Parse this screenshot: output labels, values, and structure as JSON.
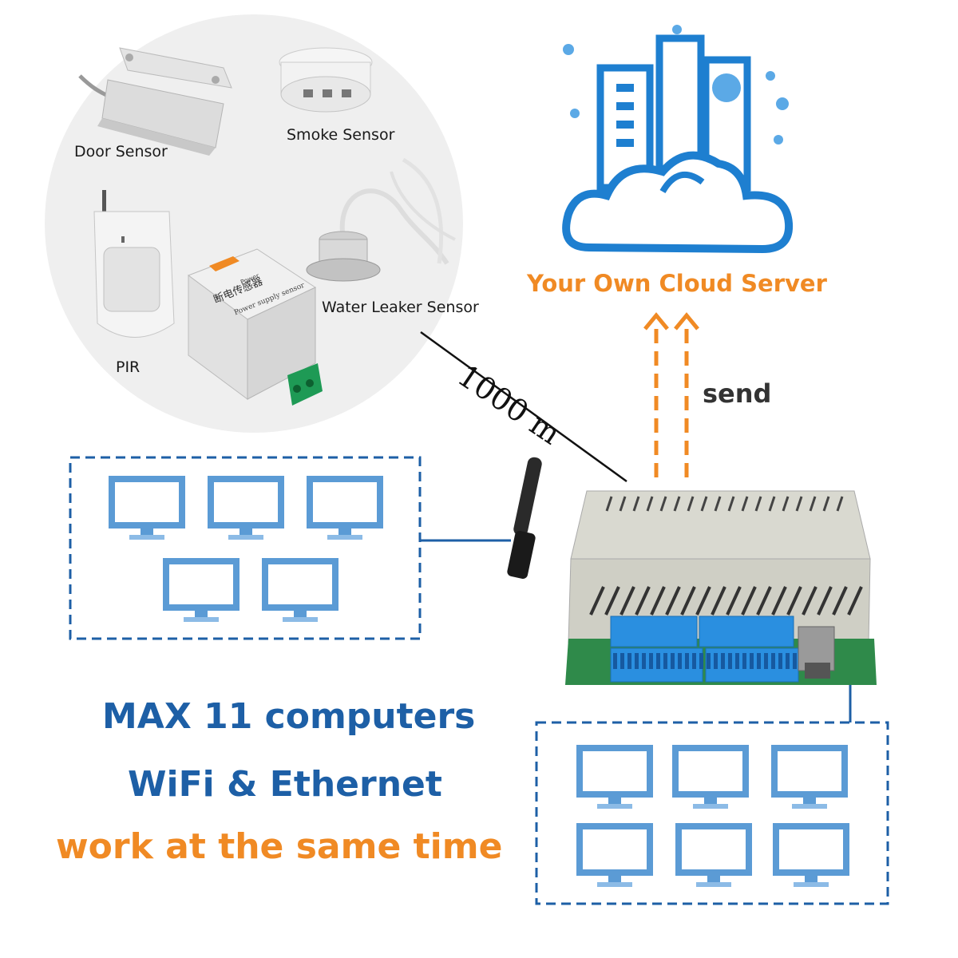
{
  "sensors": {
    "door": "Door Sensor",
    "smoke": "Smoke Sensor",
    "pir": "PIR",
    "water": "Water Leaker Sensor"
  },
  "power_sensor": {
    "label_cn": "断电传感器",
    "label_en": "Power supply sensor",
    "label_power": "Power"
  },
  "cloud": {
    "title": "Your Own Cloud Server"
  },
  "link": {
    "distance": "1000 m",
    "send": "send"
  },
  "taglines": {
    "line1": "MAX 11 computers",
    "line2": "WiFi & Ethernet",
    "line3": "work at the same time"
  },
  "groups": {
    "wifi_count": 5,
    "ethernet_count": 6
  },
  "colors": {
    "blue": "#1d5fa6",
    "orange": "#f08a24",
    "monitor_blue": "#5b9bd5",
    "cloud_blue": "#1e7fd0",
    "terminal_blue": "#2a8fe0"
  }
}
